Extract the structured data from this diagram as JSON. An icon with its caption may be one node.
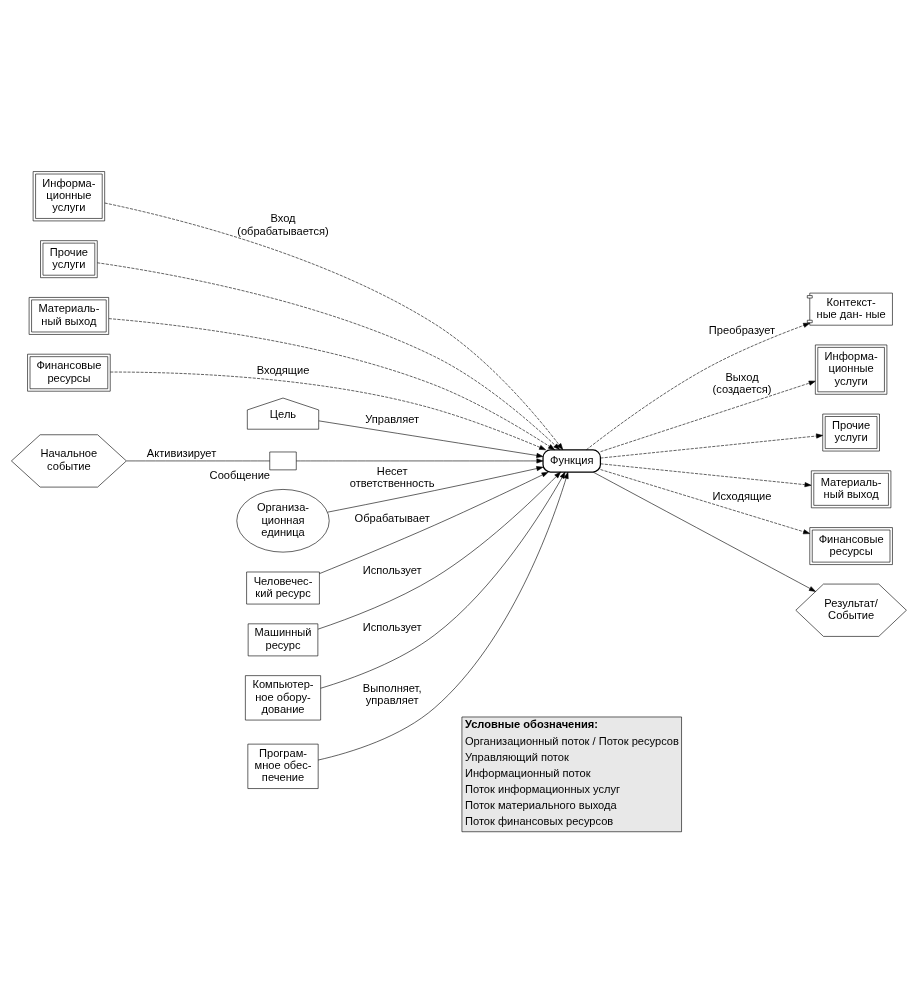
{
  "diagram": {
    "nodes": [
      {
        "text": [
          "Информа- ционные услуги"
        ]
      },
      {
        "text": [
          "Прочие услуги"
        ]
      },
      {
        "text": [
          "Материаль- ный выход"
        ]
      },
      {
        "text": [
          "Финансовые ресурсы"
        ]
      },
      {
        "text": [
          "Контекст- ные дан- ные"
        ]
      },
      {
        "text": [
          "Цель"
        ]
      },
      {
        "text": [
          "Информа- ционные услуги"
        ]
      },
      {
        "text": [
          "Прочие услуги"
        ]
      },
      {
        "text": [
          "Материаль- ный выход"
        ]
      },
      {
        "text": [
          "Финансовые ресурсы"
        ]
      },
      {
        "text": [
          "Начальное событие"
        ]
      },
      {
        "text": [],
        "shape": "envelope",
        "beside": [
          "Сообщение"
        ]
      },
      {
        "text": [
          "Функция"
        ]
      },
      {
        "text": [
          "Результат/ Событие"
        ]
      },
      {
        "text": [
          "Организа- ционная единица"
        ]
      },
      {
        "text": [
          "Человечес- кий ресурс"
        ]
      },
      {
        "text": [
          "Машинный ресурс"
        ]
      },
      {
        "text": [
          "Компьютер- ное обору- дование"
        ]
      },
      {
        "text": [
          "Програм- мное обес- печение"
        ]
      }
    ],
    "edges": [
      {
        "from": 0,
        "to": 12,
        "arrow": "to",
        "style": "dashed",
        "label": "Вход (обрабатывается)"
      },
      {
        "from": 1,
        "to": 12,
        "arrow": "to",
        "style": "dashed"
      },
      {
        "from": 2,
        "to": 12,
        "arrow": "to",
        "style": "dashed"
      },
      {
        "from": 3,
        "to": 12,
        "arrow": "to",
        "style": "dashed",
        "label": "Входящие"
      },
      {
        "from": 12,
        "to": 4,
        "arrow": "to",
        "style": "dashed",
        "label": "Преобразует"
      },
      {
        "from": 5,
        "to": 12,
        "arrow": "to",
        "label": "Управляет"
      },
      {
        "from": 12,
        "to": 6,
        "arrow": "to",
        "style": "dashed",
        "label": "Выход (создается)"
      },
      {
        "from": 12,
        "to": 7,
        "arrow": "to",
        "style": "dashed"
      },
      {
        "from": 12,
        "to": 8,
        "arrow": "to",
        "style": "dashed"
      },
      {
        "from": 12,
        "to": 9,
        "arrow": "to",
        "style": "dashed",
        "label": "Исходящие"
      },
      {
        "from": 10,
        "to": 11,
        "arrow": "none",
        "label": "Активизирует"
      },
      {
        "from": 11,
        "to": 12,
        "arrow": "to"
      },
      {
        "from": 12,
        "to": 13,
        "arrow": "to"
      },
      {
        "from": 14,
        "to": 12,
        "arrow": "to",
        "label": "Несет ответственность"
      },
      {
        "from": 15,
        "to": 12,
        "arrow": "to",
        "label": "Обрабатывает"
      },
      {
        "from": 16,
        "to": 12,
        "arrow": "to",
        "label": "Использует"
      },
      {
        "from": 17,
        "to": 12,
        "arrow": "to",
        "label": "Использует"
      },
      {
        "from": 18,
        "to": 12,
        "arrow": "to",
        "label": "Выполняет, управляет"
      }
    ],
    "labels": [
      "Условные обозначения:"
    ],
    "legend": [
      {
        "text": "Организационный поток / Поток ресурсов"
      },
      {
        "text": "Управляющий поток"
      },
      {
        "text": "Информационный поток"
      },
      {
        "text": "Поток информационных услуг"
      },
      {
        "text": "Поток материального выхода"
      },
      {
        "text": "Поток финансовых ресурсов"
      }
    ]
  }
}
